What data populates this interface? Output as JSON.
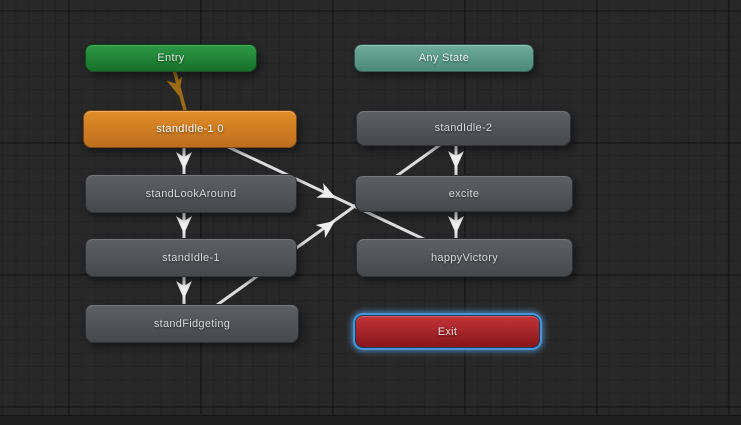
{
  "app": "Unity Animator State Machine Graph",
  "canvas": {
    "background_color": "#282828",
    "grid_minor_color": "#242424",
    "grid_major_color": "#1d1d1d",
    "transition_color": "#dedede",
    "entry_transition_color": "#9c6b14",
    "selection_glow_color": "#4796dd"
  },
  "nodes": {
    "entry": {
      "label": "Entry",
      "type": "entry-node",
      "color": "#2c9a47",
      "selected": false
    },
    "any_state": {
      "label": "Any State",
      "type": "any-state-node",
      "color": "#5fa18f",
      "selected": false
    },
    "stand_idle_1_0": {
      "label": "standIdle-1 0",
      "type": "default-state",
      "color": "#d57f22",
      "selected": false
    },
    "stand_look_around": {
      "label": "standLookAround",
      "type": "state",
      "color": "#52565b",
      "selected": false
    },
    "stand_idle_1": {
      "label": "standIdle-1",
      "type": "state",
      "color": "#52565b",
      "selected": false
    },
    "stand_fidgeting": {
      "label": "standFidgeting",
      "type": "state",
      "color": "#52565b",
      "selected": false
    },
    "stand_idle_2": {
      "label": "standIdle-2",
      "type": "state",
      "color": "#52565b",
      "selected": false
    },
    "excite": {
      "label": "excite",
      "type": "state",
      "color": "#52565b",
      "selected": false
    },
    "happy_victory": {
      "label": "happyVictory",
      "type": "state",
      "color": "#52565b",
      "selected": false
    },
    "exit": {
      "label": "Exit",
      "type": "exit-node",
      "color": "#a52125",
      "selected": true
    }
  },
  "transitions": [
    {
      "from": "Entry",
      "to": "standIdle-1 0",
      "style": "entry-arrow"
    },
    {
      "from": "standIdle-1 0",
      "to": "standLookAround",
      "style": "normal"
    },
    {
      "from": "standLookAround",
      "to": "standIdle-1",
      "style": "normal"
    },
    {
      "from": "standIdle-1",
      "to": "standFidgeting",
      "style": "normal"
    },
    {
      "from": "standIdle-2",
      "to": "excite",
      "style": "normal"
    },
    {
      "from": "excite",
      "to": "happyVictory",
      "style": "normal"
    },
    {
      "from": "standIdle-1 0",
      "to": "happyVictory",
      "style": "normal"
    },
    {
      "from": "standFidgeting",
      "to": "standIdle-2",
      "style": "normal"
    }
  ]
}
